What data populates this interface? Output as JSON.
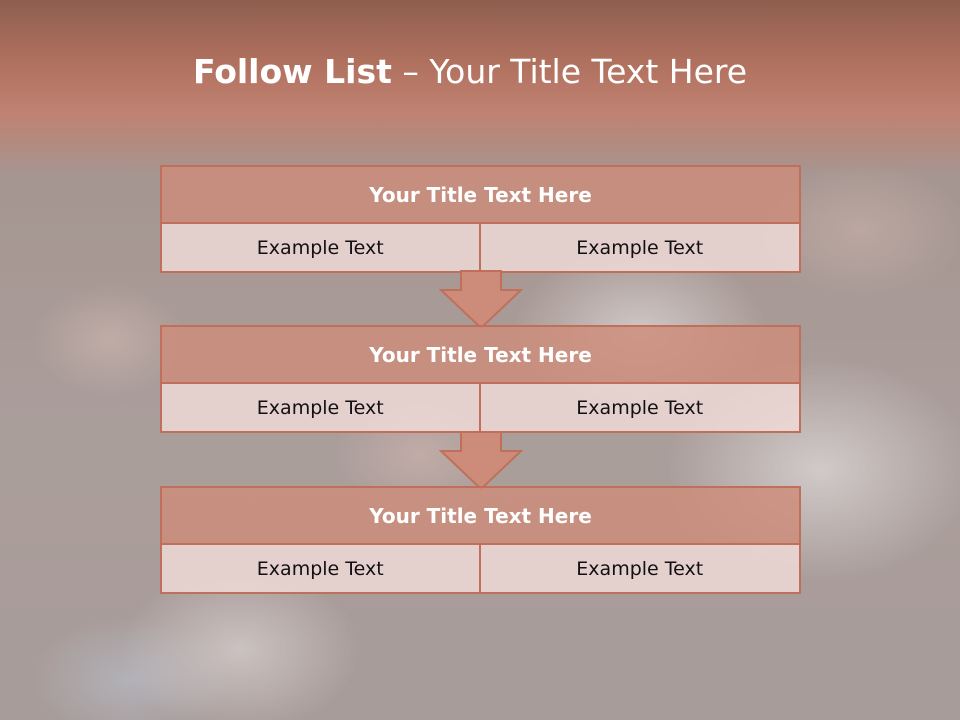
{
  "slide": {
    "title_bold": "Follow List",
    "title_rest": " – Your Title Text Here"
  },
  "boxes": [
    {
      "title": "Your Title Text Here",
      "left": "Example Text",
      "right": "Example Text"
    },
    {
      "title": "Your Title Text Here",
      "left": "Example Text",
      "right": "Example Text"
    },
    {
      "title": "Your Title Text Here",
      "left": "Example Text",
      "right": "Example Text"
    }
  ],
  "colors": {
    "accent": "#c0705a",
    "header_fill": "#cd8c7a",
    "cell_fill": "#f0dcd8"
  }
}
